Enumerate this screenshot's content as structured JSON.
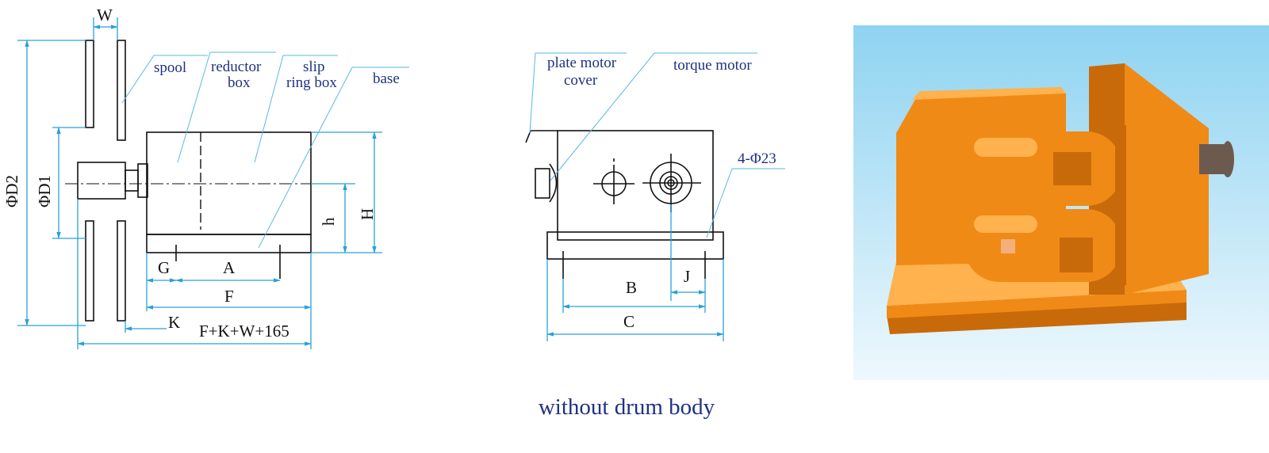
{
  "side_view": {
    "labels": {
      "spool": "spool",
      "reductor_1": "reductor",
      "reductor_2": "box",
      "slip_1": "slip",
      "slip_2": "ring box",
      "base": "base"
    },
    "dims": {
      "W": "W",
      "D2": "ΦD2",
      "D1": "ΦD1",
      "h": "h",
      "H": "H",
      "G": "G",
      "A": "A",
      "F": "F",
      "K": "K",
      "total": "F+K+W+165"
    }
  },
  "end_view": {
    "labels": {
      "plate_1": "plate motor",
      "plate_2": "cover",
      "torque": "torque motor",
      "holes": "4-Φ23"
    },
    "dims": {
      "B": "B",
      "J": "J",
      "C": "C"
    }
  },
  "photo": {
    "colors": {
      "sky_top": "#8ed3f1",
      "sky_bottom": "#eef8fd",
      "body": "#f08a16",
      "body_dark": "#c96a0a",
      "body_light": "#ffb24d",
      "shaft": "#6d5a4f"
    }
  },
  "caption": "without drum body"
}
